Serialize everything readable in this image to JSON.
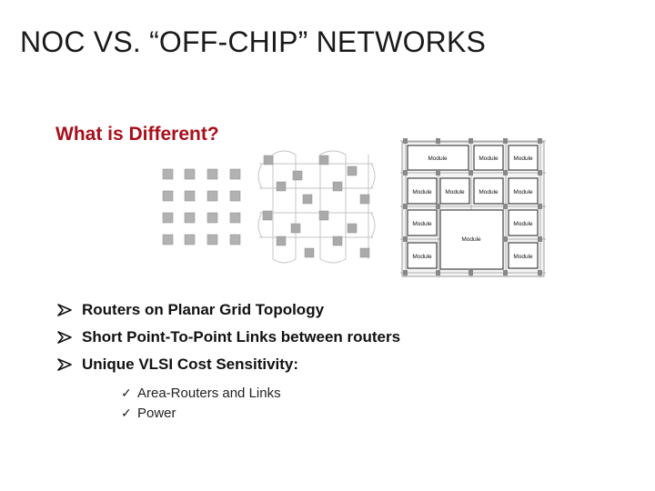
{
  "slide": {
    "title": "NOC VS. “OFF-CHIP” NETWORKS",
    "subtitle": "What is Different?",
    "bullets": [
      "Routers on Planar Grid Topology",
      "Short Point-To-Point Links between routers",
      "Unique VLSI Cost Sensitivity:"
    ],
    "sub_bullets": [
      "Area-Routers and Links",
      "Power"
    ],
    "figure_modules": {
      "row1": [
        "Module",
        "Module",
        "Module"
      ],
      "row2": [
        "Module",
        "Module",
        "Module",
        "Module"
      ],
      "row3": [
        "Module",
        "Module"
      ],
      "row4": [
        "Module",
        "Module"
      ],
      "large": "Module"
    },
    "icons": {
      "bullet": "arrow-bullet-icon",
      "check": "checkmark-icon"
    },
    "colors": {
      "title": "#1a1a1a",
      "subtitle": "#a80f1b",
      "grid_node": "#b0b0b0"
    }
  }
}
